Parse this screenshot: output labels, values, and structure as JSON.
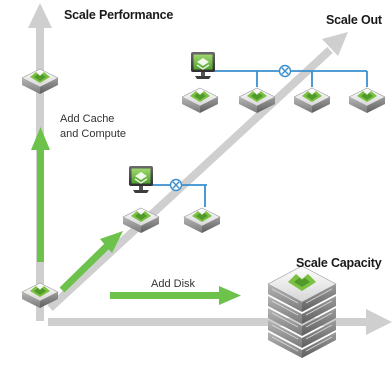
{
  "labels": {
    "scale_performance": "Scale Performance",
    "scale_out": "Scale Out",
    "scale_capacity": "Scale Capacity",
    "add_cache_line1": "Add Cache",
    "add_cache_line2": "and Compute",
    "add_disk": "Add Disk"
  },
  "colors": {
    "green_arrow": "#6cc24a",
    "axis_gray": "#cfcfcf",
    "network_blue": "#3a8fd0",
    "logo_green": "#7bc142",
    "node_top": "#eeeeee",
    "node_side": "#9a9a9a",
    "monitor_dark": "#4a4a4a"
  },
  "icons": [
    "storage-node-icon",
    "monitor-icon",
    "network-switch-icon",
    "storage-array-icon",
    "arrow-icon"
  ]
}
